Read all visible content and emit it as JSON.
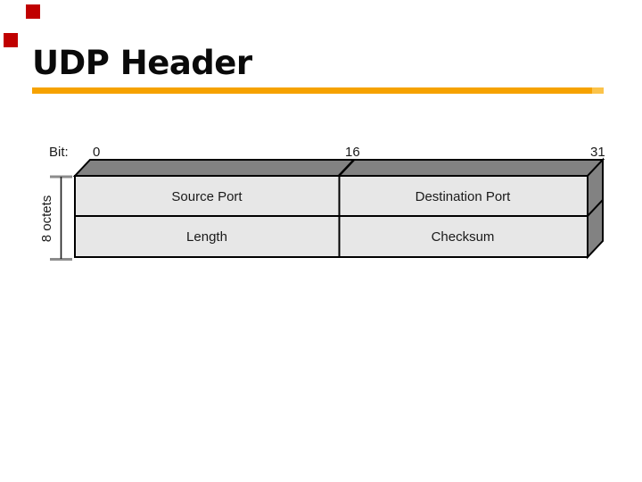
{
  "slide": {
    "title": "UDP Header",
    "accent_color": "#f6a200",
    "decor_color": "#c00000"
  },
  "diagram": {
    "bit_label": "Bit:",
    "bit_ticks": [
      "0",
      "16",
      "31"
    ],
    "octets_label": "8 octets",
    "rows": [
      {
        "cells": [
          "Source Port",
          "Destination Port"
        ]
      },
      {
        "cells": [
          "Length",
          "Checksum"
        ]
      }
    ],
    "colors": {
      "face": "#e7e7e7",
      "depth": "#828282",
      "bracket": "#8c8c8c"
    }
  }
}
